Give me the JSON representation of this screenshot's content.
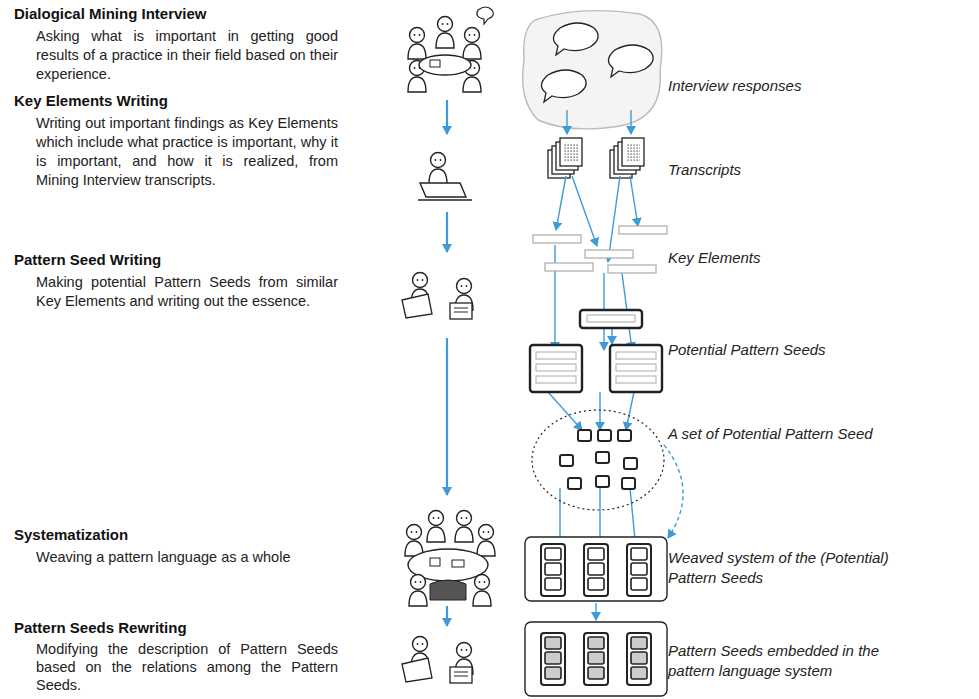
{
  "diagram": {
    "labels": [
      "Dialogical Mining Interview",
      "Asking what is important in getting good results of a practice in their field based on their experience.",
      "Key Elements Writing",
      "Writing out important findings as Key Elements which include what practice is important, why it is important, and how it is realized, from Mining Interview transcripts.",
      "Pattern Seed Writing",
      "Making potential Pattern Seeds from similar Key Elements and writing out the essence.",
      "Systematization",
      "Weaving a pattern language as a whole",
      "Pattern Seeds Rewriting",
      "Modifying the description of Pattern Seeds based on the relations among the Pattern Seeds.",
      "Interview responses",
      "Transcripts",
      "Key Elements",
      "Potential Pattern Seeds",
      "A set of Potential Pattern Seed",
      "Weaved system of the (Potential) Pattern Seeds",
      "Pattern Seeds embedded in the pattern language system"
    ]
  }
}
